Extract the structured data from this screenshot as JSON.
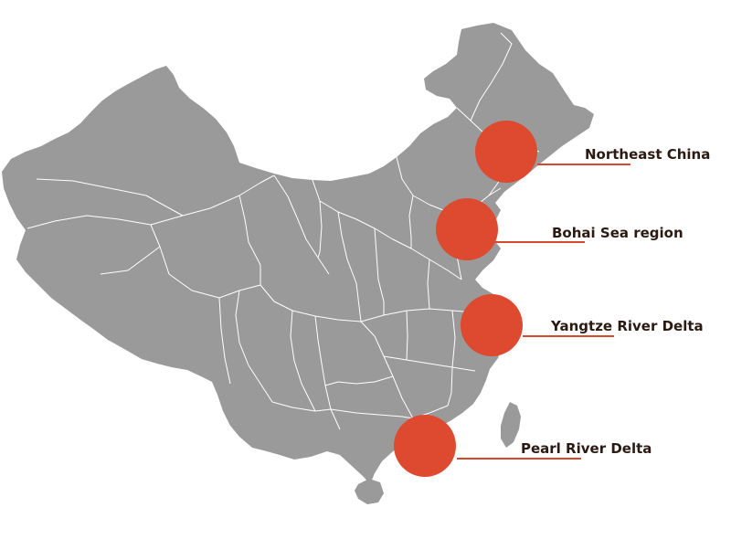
{
  "map": {
    "land_color": "#9a9a9a",
    "province_border_color": "#ffffff",
    "marker_color": "#dd4a2f",
    "label_color": "#2a1a12",
    "regions": [
      {
        "id": "northeast",
        "label": "Northeast China"
      },
      {
        "id": "bohai",
        "label": "Bohai Sea region"
      },
      {
        "id": "yangtze",
        "label": "Yangtze River Delta"
      },
      {
        "id": "pearl",
        "label": "Pearl River Delta"
      }
    ]
  }
}
